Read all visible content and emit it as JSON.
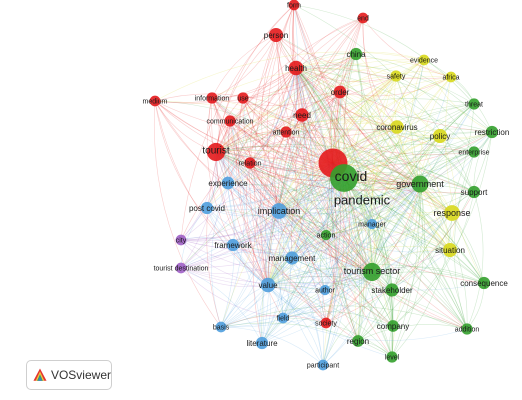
{
  "app": {
    "name": "VOSviewer"
  },
  "clusters": {
    "red": "#e41a1c",
    "green": "#33a02c",
    "blue": "#4f9fde",
    "yellow": "#d8d81c",
    "purple": "#a05fc6"
  },
  "nodes": [
    {
      "id": "covid",
      "label": "covid",
      "cluster": "red",
      "weight": 1.0
    },
    {
      "id": "pandemic",
      "label": "pandemic",
      "cluster": "green",
      "weight": 0.95
    },
    {
      "id": "tourist",
      "label": "tourist",
      "cluster": "red",
      "weight": 0.55
    },
    {
      "id": "tourism-sector",
      "label": "tourism sector",
      "cluster": "green",
      "weight": 0.55
    },
    {
      "id": "government",
      "label": "government",
      "cluster": "green",
      "weight": 0.5
    },
    {
      "id": "implication",
      "label": "implication",
      "cluster": "blue",
      "weight": 0.45
    },
    {
      "id": "response",
      "label": "response",
      "cluster": "yellow",
      "weight": 0.45
    },
    {
      "id": "value",
      "label": "value",
      "cluster": "blue",
      "weight": 0.4
    },
    {
      "id": "health",
      "label": "health",
      "cluster": "red",
      "weight": 0.4
    },
    {
      "id": "person",
      "label": "person",
      "cluster": "red",
      "weight": 0.38
    },
    {
      "id": "policy",
      "label": "policy",
      "cluster": "yellow",
      "weight": 0.38
    },
    {
      "id": "coronavirus",
      "label": "coronavirus",
      "cluster": "yellow",
      "weight": 0.35
    },
    {
      "id": "need",
      "label": "need",
      "cluster": "red",
      "weight": 0.35
    },
    {
      "id": "order",
      "label": "order",
      "cluster": "red",
      "weight": 0.32
    },
    {
      "id": "situation",
      "label": "situation",
      "cluster": "yellow",
      "weight": 0.38
    },
    {
      "id": "stakeholder",
      "label": "stakeholder",
      "cluster": "green",
      "weight": 0.34
    },
    {
      "id": "management",
      "label": "management",
      "cluster": "blue",
      "weight": 0.34
    },
    {
      "id": "experience",
      "label": "experience",
      "cluster": "blue",
      "weight": 0.32
    },
    {
      "id": "post-covid",
      "label": "post covid",
      "cluster": "blue",
      "weight": 0.3
    },
    {
      "id": "framework",
      "label": "framework",
      "cluster": "blue",
      "weight": 0.3
    },
    {
      "id": "china",
      "label": "china",
      "cluster": "green",
      "weight": 0.3
    },
    {
      "id": "support",
      "label": "support",
      "cluster": "green",
      "weight": 0.3
    },
    {
      "id": "restriction",
      "label": "restriction",
      "cluster": "green",
      "weight": 0.3
    },
    {
      "id": "consequence",
      "label": "consequence",
      "cluster": "green",
      "weight": 0.3
    },
    {
      "id": "literature",
      "label": "literature",
      "cluster": "blue",
      "weight": 0.3
    },
    {
      "id": "region",
      "label": "region",
      "cluster": "green",
      "weight": 0.28
    },
    {
      "id": "company",
      "label": "company",
      "cluster": "green",
      "weight": 0.28
    },
    {
      "id": "level",
      "label": "level",
      "cluster": "green",
      "weight": 0.26
    },
    {
      "id": "addition",
      "label": "addition",
      "cluster": "green",
      "weight": 0.26
    },
    {
      "id": "threat",
      "label": "threat",
      "cluster": "green",
      "weight": 0.26
    },
    {
      "id": "enterprise",
      "label": "enterprise",
      "cluster": "green",
      "weight": 0.26
    },
    {
      "id": "evidence",
      "label": "evidence",
      "cluster": "yellow",
      "weight": 0.24
    },
    {
      "id": "africa",
      "label": "africa",
      "cluster": "yellow",
      "weight": 0.24
    },
    {
      "id": "safety",
      "label": "safety",
      "cluster": "yellow",
      "weight": 0.26
    },
    {
      "id": "information",
      "label": "information",
      "cluster": "red",
      "weight": 0.26
    },
    {
      "id": "use",
      "label": "use",
      "cluster": "red",
      "weight": 0.26
    },
    {
      "id": "communication",
      "label": "communication",
      "cluster": "red",
      "weight": 0.26
    },
    {
      "id": "attention",
      "label": "attention",
      "cluster": "red",
      "weight": 0.26
    },
    {
      "id": "relation",
      "label": "relation",
      "cluster": "red",
      "weight": 0.26
    },
    {
      "id": "medium",
      "label": "medium",
      "cluster": "red",
      "weight": 0.24
    },
    {
      "id": "form",
      "label": "form",
      "cluster": "red",
      "weight": 0.24
    },
    {
      "id": "end",
      "label": "end",
      "cluster": "red",
      "weight": 0.24
    },
    {
      "id": "society",
      "label": "society",
      "cluster": "red",
      "weight": 0.24
    },
    {
      "id": "city",
      "label": "city",
      "cluster": "purple",
      "weight": 0.24
    },
    {
      "id": "tourist-destination",
      "label": "tourist destination",
      "cluster": "purple",
      "weight": 0.24
    },
    {
      "id": "basis",
      "label": "basis",
      "cluster": "blue",
      "weight": 0.24
    },
    {
      "id": "field",
      "label": "field",
      "cluster": "blue",
      "weight": 0.24
    },
    {
      "id": "author",
      "label": "author",
      "cluster": "blue",
      "weight": 0.22
    },
    {
      "id": "action",
      "label": "action",
      "cluster": "green",
      "weight": 0.22
    },
    {
      "id": "manager",
      "label": "manager",
      "cluster": "blue",
      "weight": 0.22
    },
    {
      "id": "participant",
      "label": "participant",
      "cluster": "blue",
      "weight": 0.24
    }
  ]
}
